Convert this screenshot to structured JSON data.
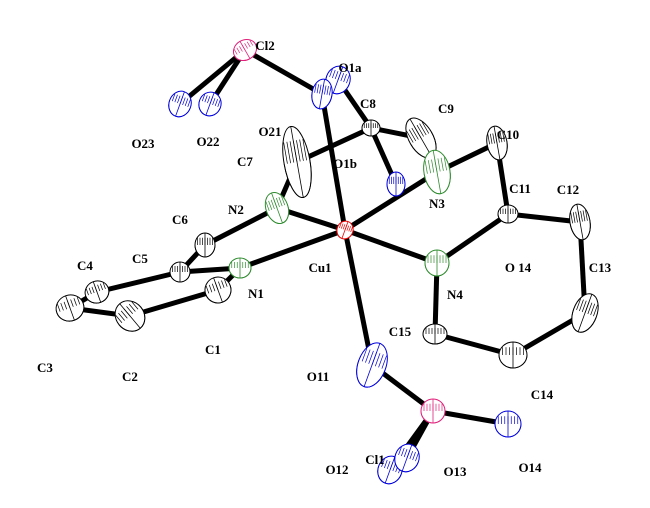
{
  "title": "ORTEP structure of Cu complex with perchlorate",
  "colors": {
    "C": "#000000",
    "N": "#2e8b2e",
    "O": "#0000dd",
    "Cl": "#e0207a",
    "Cu": "#ee0000",
    "bond": "#000000"
  },
  "atoms": [
    {
      "id": "Cl2",
      "label": "Cl2",
      "el": "Cl"
    },
    {
      "id": "O23",
      "label": "O23",
      "el": "O"
    },
    {
      "id": "O22",
      "label": "O22",
      "el": "O"
    },
    {
      "id": "O1a",
      "label": "O1a",
      "el": "O"
    },
    {
      "id": "O21",
      "label": "O21",
      "el": "O"
    },
    {
      "id": "C8",
      "label": "C8",
      "el": "C"
    },
    {
      "id": "C9",
      "label": "C9",
      "el": "C"
    },
    {
      "id": "C10",
      "label": "C10",
      "el": "C"
    },
    {
      "id": "C7",
      "label": "C7",
      "el": "C"
    },
    {
      "id": "N3",
      "label": "N3",
      "el": "N"
    },
    {
      "id": "O1b",
      "label": "O1b",
      "el": "O"
    },
    {
      "id": "N2",
      "label": "N2",
      "el": "N"
    },
    {
      "id": "Cu1",
      "label": "Cu1",
      "el": "Cu"
    },
    {
      "id": "C11",
      "label": "C11",
      "el": "C"
    },
    {
      "id": "C12",
      "label": "C12",
      "el": "C"
    },
    {
      "id": "C6",
      "label": "C6",
      "el": "C"
    },
    {
      "id": "C5",
      "label": "C5",
      "el": "C"
    },
    {
      "id": "N1",
      "label": "N1",
      "el": "N"
    },
    {
      "id": "C4",
      "label": "C4",
      "el": "C"
    },
    {
      "id": "C3",
      "label": "C3",
      "el": "C"
    },
    {
      "id": "C1",
      "label": "C1",
      "el": "C"
    },
    {
      "id": "C2",
      "label": "C2",
      "el": "C"
    },
    {
      "id": "N4",
      "label": "N4",
      "el": "N"
    },
    {
      "id": "C15",
      "label": "C15",
      "el": "C"
    },
    {
      "id": "C13",
      "label": "C13",
      "el": "C"
    },
    {
      "id": "C14",
      "label": "C14",
      "el": "C"
    },
    {
      "id": "O11",
      "label": "O11",
      "el": "O"
    },
    {
      "id": "Cl1",
      "label": "Cl1",
      "el": "Cl"
    },
    {
      "id": "O14",
      "label": "O14",
      "el": "O"
    },
    {
      "id": "O12",
      "label": "O12",
      "el": "O"
    },
    {
      "id": "O13",
      "label": "O13",
      "el": "O"
    }
  ],
  "extra_labels": [
    {
      "id": "O14b",
      "label": "O 14"
    }
  ],
  "bonds": [
    [
      "Cl2",
      "O23"
    ],
    [
      "Cl2",
      "O22"
    ],
    [
      "Cl2",
      "O21"
    ],
    [
      "O21",
      "Cu1"
    ],
    [
      "O1a",
      "C8"
    ],
    [
      "C8",
      "C9"
    ],
    [
      "C8",
      "C7"
    ],
    [
      "C8",
      "O1b"
    ],
    [
      "C9",
      "N3"
    ],
    [
      "N3",
      "C10"
    ],
    [
      "C10",
      "C11"
    ],
    [
      "C11",
      "C12"
    ],
    [
      "C11",
      "N4"
    ],
    [
      "N3",
      "Cu1"
    ],
    [
      "C7",
      "N2"
    ],
    [
      "N2",
      "Cu1"
    ],
    [
      "N2",
      "C6"
    ],
    [
      "C6",
      "C5"
    ],
    [
      "C5",
      "N1"
    ],
    [
      "N1",
      "Cu1"
    ],
    [
      "N1",
      "C1"
    ],
    [
      "C5",
      "C4"
    ],
    [
      "C4",
      "C3"
    ],
    [
      "C3",
      "C2"
    ],
    [
      "C2",
      "C1"
    ],
    [
      "Cu1",
      "N4"
    ],
    [
      "N4",
      "C15"
    ],
    [
      "C15",
      "C14"
    ],
    [
      "C14",
      "C13"
    ],
    [
      "C13",
      "C12"
    ],
    [
      "Cu1",
      "O11"
    ],
    [
      "O11",
      "Cl1"
    ],
    [
      "Cl1",
      "O14"
    ],
    [
      "Cl1",
      "O12"
    ],
    [
      "Cl1",
      "O13"
    ]
  ]
}
